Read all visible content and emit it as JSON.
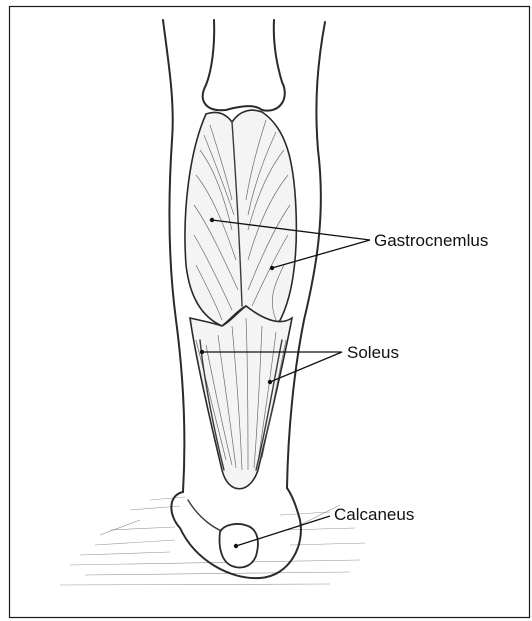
{
  "labels": {
    "gastrocnemius": "Gastrocnemlus",
    "soleus": "Soleus",
    "calcaneus": "Calcaneus"
  }
}
